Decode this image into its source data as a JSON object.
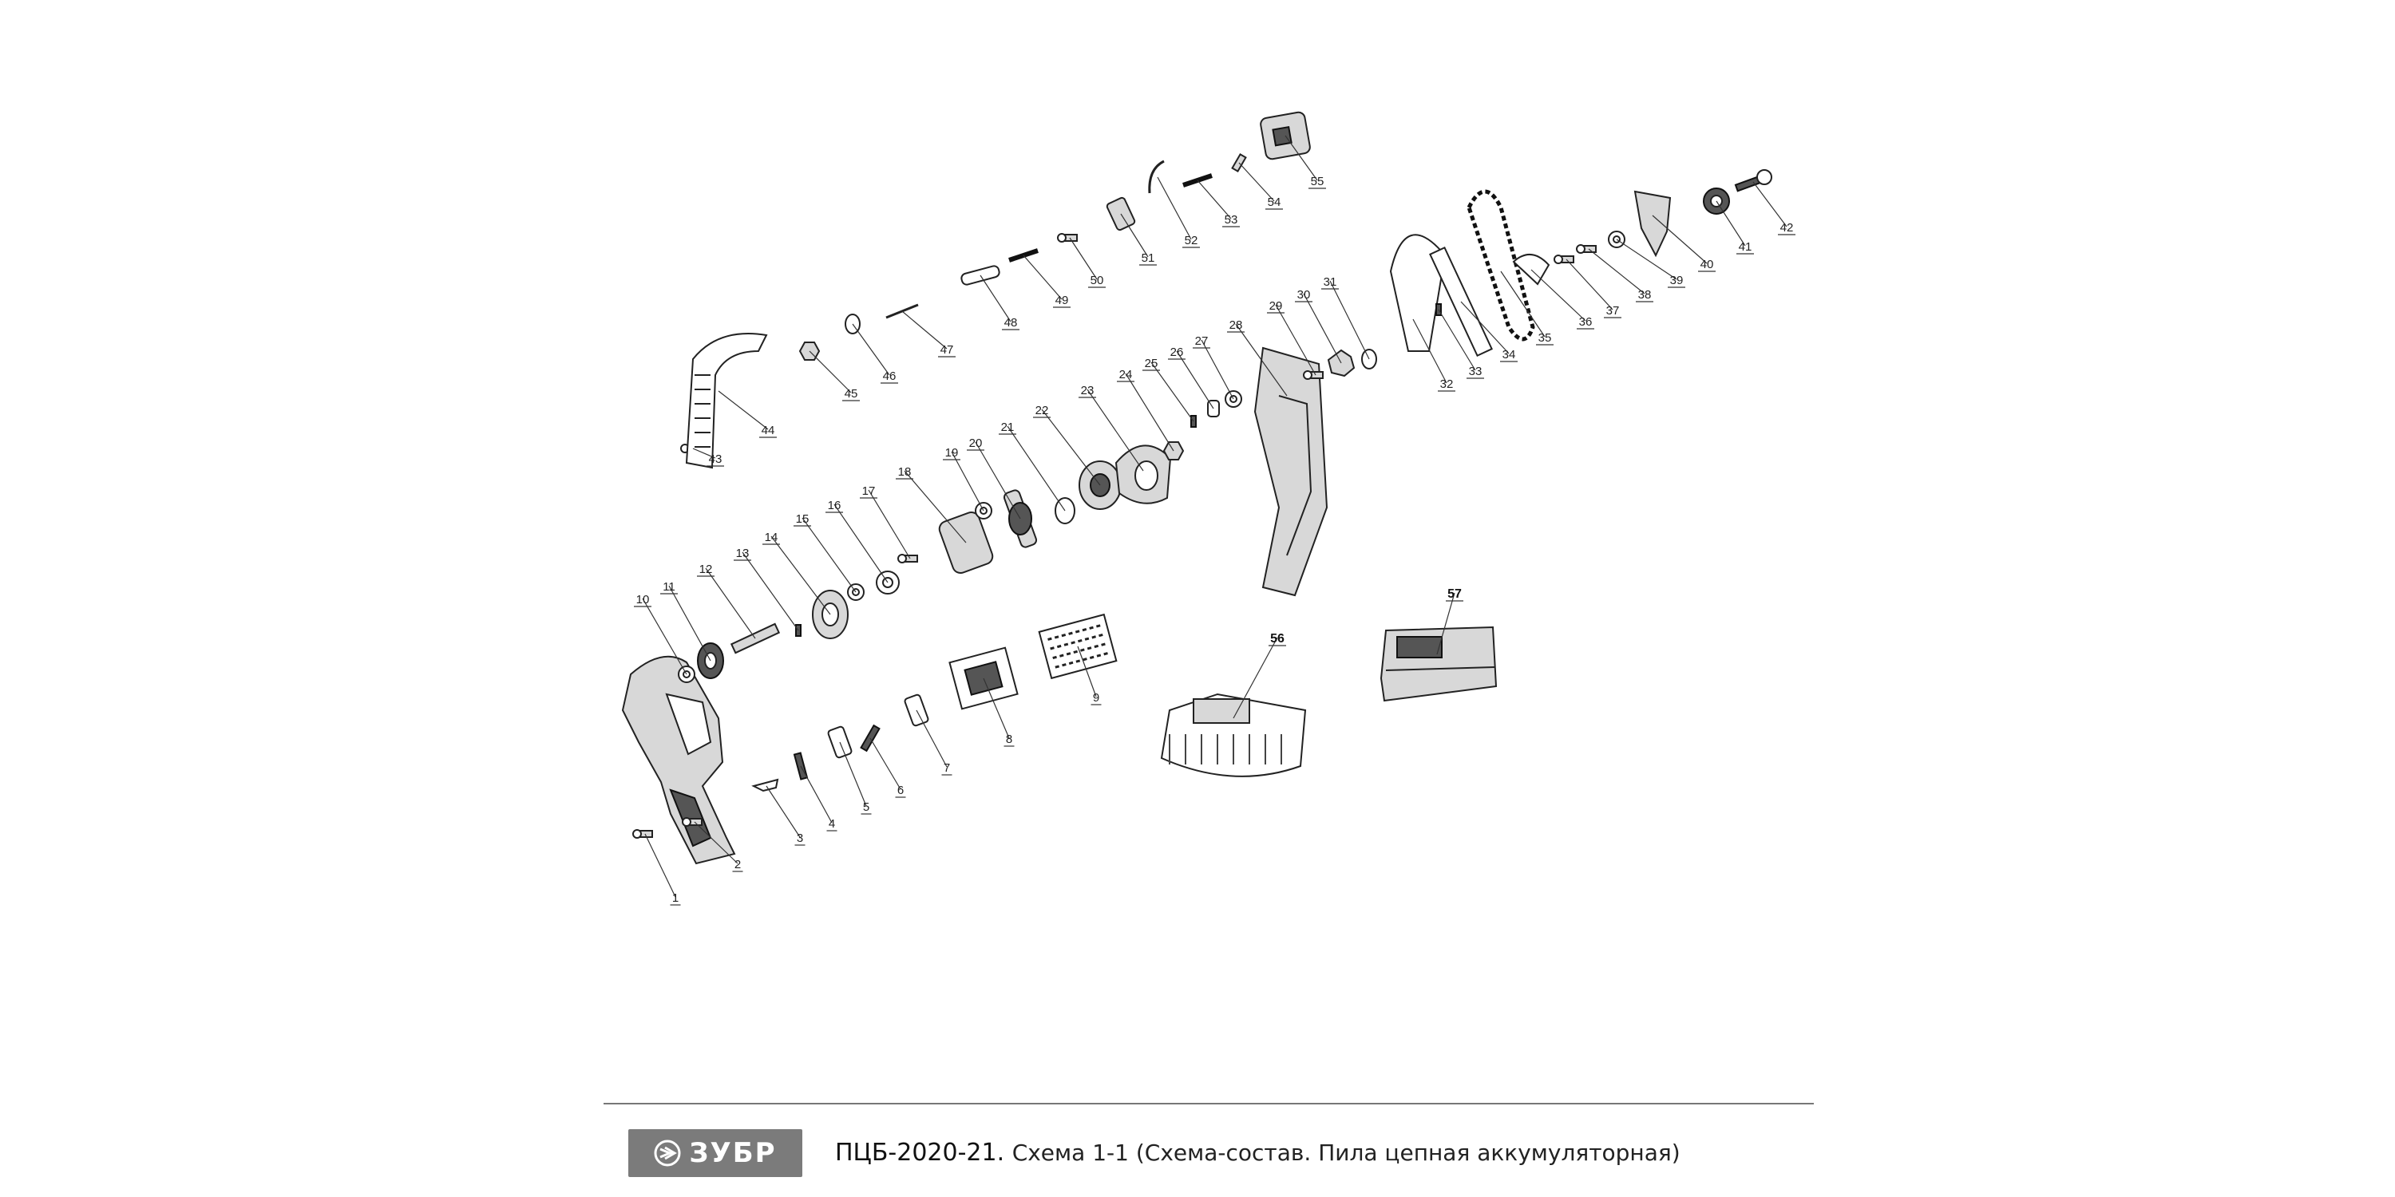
{
  "diagram": {
    "parts": [
      {
        "n": "1"
      },
      {
        "n": "2"
      },
      {
        "n": "3"
      },
      {
        "n": "4"
      },
      {
        "n": "5"
      },
      {
        "n": "6"
      },
      {
        "n": "7"
      },
      {
        "n": "8"
      },
      {
        "n": "9"
      },
      {
        "n": "10"
      },
      {
        "n": "11"
      },
      {
        "n": "12"
      },
      {
        "n": "13"
      },
      {
        "n": "14"
      },
      {
        "n": "15"
      },
      {
        "n": "16"
      },
      {
        "n": "17"
      },
      {
        "n": "18"
      },
      {
        "n": "19"
      },
      {
        "n": "20"
      },
      {
        "n": "21"
      },
      {
        "n": "22"
      },
      {
        "n": "23"
      },
      {
        "n": "24"
      },
      {
        "n": "25"
      },
      {
        "n": "26"
      },
      {
        "n": "27"
      },
      {
        "n": "28"
      },
      {
        "n": "29"
      },
      {
        "n": "30"
      },
      {
        "n": "31"
      },
      {
        "n": "32"
      },
      {
        "n": "33"
      },
      {
        "n": "34"
      },
      {
        "n": "35"
      },
      {
        "n": "36"
      },
      {
        "n": "37"
      },
      {
        "n": "38"
      },
      {
        "n": "39"
      },
      {
        "n": "40"
      },
      {
        "n": "41"
      },
      {
        "n": "42"
      },
      {
        "n": "43"
      },
      {
        "n": "44"
      },
      {
        "n": "45"
      },
      {
        "n": "46"
      },
      {
        "n": "47"
      },
      {
        "n": "48"
      },
      {
        "n": "49"
      },
      {
        "n": "50"
      },
      {
        "n": "51"
      },
      {
        "n": "52"
      },
      {
        "n": "53"
      },
      {
        "n": "54"
      },
      {
        "n": "55"
      },
      {
        "n": "56"
      },
      {
        "n": "57"
      }
    ]
  },
  "footer": {
    "logo_text": "ЗУБР",
    "logo_icon": "zubr-logo-icon",
    "model": "ПЦБ-2020-21.",
    "caption": "Схема 1-1 (Схема-состав. Пила цепная аккумуляторная)"
  },
  "colors": {
    "logo_bg": "#7b7b7b",
    "rule": "#777777",
    "ink": "#222222"
  }
}
